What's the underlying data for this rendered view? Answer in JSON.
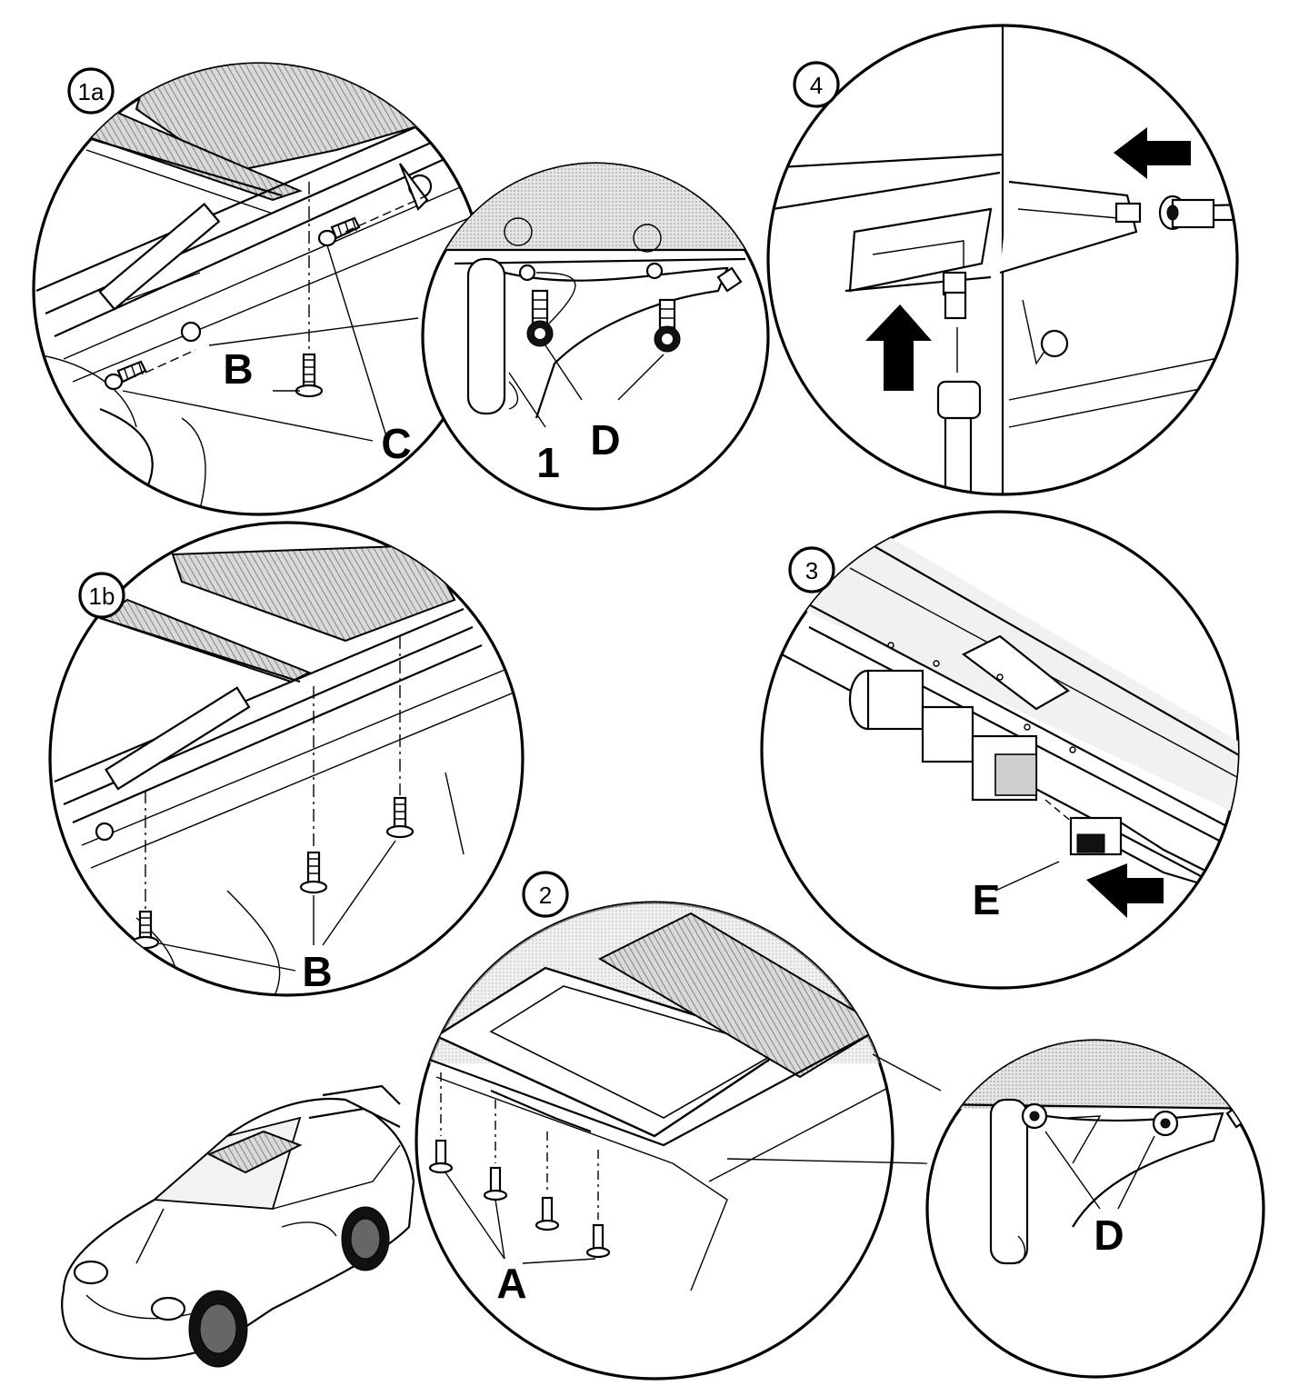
{
  "step_badges": {
    "s1a": "1a",
    "s1b": "1b",
    "s2": "2",
    "s3": "3",
    "s4": "4"
  },
  "callouts": {
    "a": "A",
    "b_top": "B",
    "b_bottom": "B",
    "c": "C",
    "d_top": "D",
    "d_bottom": "D",
    "e": "E",
    "part_1": "1"
  },
  "colors": {
    "ink": "#000000",
    "paper": "#ffffff",
    "shade": "#cfcfcf"
  }
}
